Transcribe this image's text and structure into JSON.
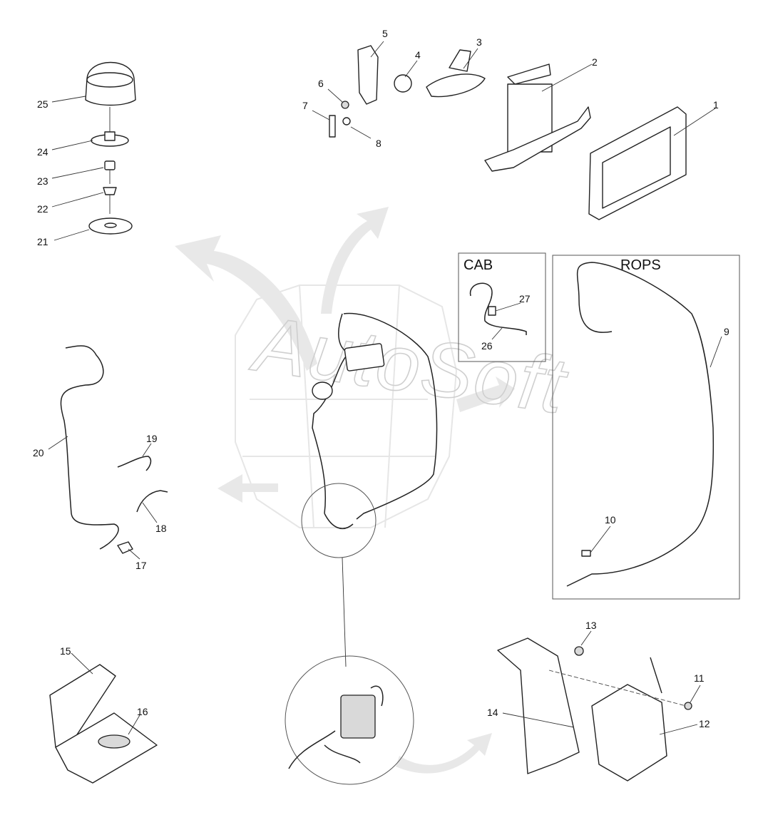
{
  "watermark": "AutoSoft",
  "groups": {
    "cab": "CAB",
    "rops": "ROPS"
  },
  "callouts": {
    "c1": "1",
    "c2": "2",
    "c3": "3",
    "c4": "4",
    "c5": "5",
    "c6": "6",
    "c7": "7",
    "c8": "8",
    "c9": "9",
    "c10": "10",
    "c11": "11",
    "c12": "12",
    "c13": "13",
    "c14": "14",
    "c15": "15",
    "c16": "16",
    "c17": "17",
    "c18": "18",
    "c19": "19",
    "c20": "20",
    "c21": "21",
    "c22": "22",
    "c23": "23",
    "c24": "24",
    "c25": "25",
    "c26": "26",
    "c27": "27"
  }
}
